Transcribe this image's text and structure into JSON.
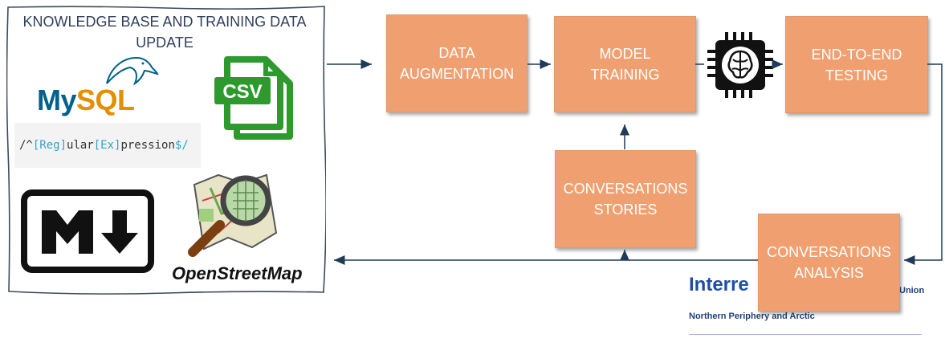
{
  "knowledge_base": {
    "title": "KNOWLEDGE BASE AND TRAINING DATA UPDATE",
    "logos": {
      "mysql_my": "My",
      "mysql_sql": "SQL",
      "csv": "CSV",
      "regex_parts": [
        "/^",
        "[Reg]",
        "ular",
        "[Ex]",
        "pression",
        "$/"
      ],
      "osm": "OpenStreetMap"
    }
  },
  "boxes": {
    "data_augmentation": "DATA\nAUGMENTATION",
    "model_training": "MODEL\nTRAINING",
    "end_to_end_testing": "END-TO-END\nTESTING",
    "conversations_stories": "CONVERSATIONS\nSTORIES",
    "conversations_analysis": "CONVERSATIONS\nANALYSIS"
  },
  "footer": {
    "interreg": "Interre",
    "union": "Union",
    "program": "Northern Periphery and Arctic"
  },
  "colors": {
    "box_fill": "#f0a070",
    "box_text": "#ffffff",
    "arrow": "#1f3b57",
    "mysql_blue": "#00618a",
    "mysql_orange": "#e48e00",
    "csv_green": "#2e9a2e",
    "interreg_blue": "#1f4ea3"
  },
  "icons": [
    "dolphin-icon",
    "csv-file-icon",
    "markdown-icon",
    "osm-magnifier-icon",
    "ai-chip-icon"
  ]
}
